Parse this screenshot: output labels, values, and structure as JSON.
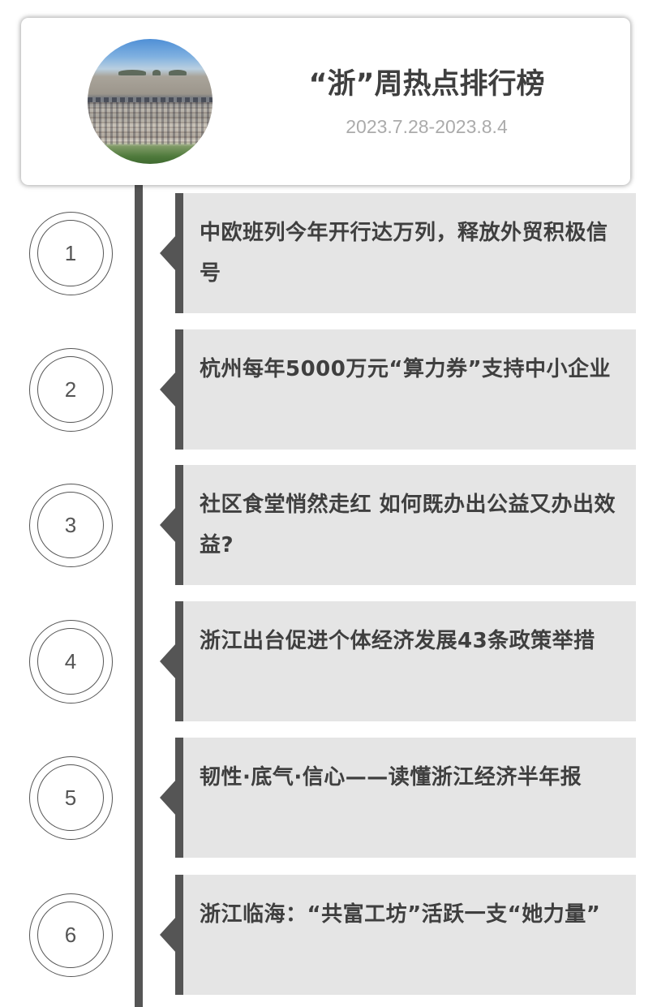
{
  "header": {
    "title": "“浙”周热点排行榜",
    "date_range": "2023.7.28-2023.8.4",
    "photo": "port-container-terminal-aerial-photo"
  },
  "colors": {
    "timeline": "#555555",
    "card_background": "#e5e5e5",
    "title_text": "#3f3f3f",
    "date_text": "#ababab"
  },
  "items": [
    {
      "rank": "1",
      "title": "中欧班列今年开行达万列，释放外贸积极信号"
    },
    {
      "rank": "2",
      "title": "杭州每年5000万元“算力券”支持中小企业"
    },
    {
      "rank": "3",
      "title": "社区食堂悄然走红 如何既办出公益又办出效益?"
    },
    {
      "rank": "4",
      "title": "浙江出台促进个体经济发展43条政策举措"
    },
    {
      "rank": "5",
      "title": "韧性·底气·信心——读懂浙江经济半年报"
    },
    {
      "rank": "6",
      "title": "浙江临海：“共富工坊”活跃一支“她力量”"
    }
  ]
}
